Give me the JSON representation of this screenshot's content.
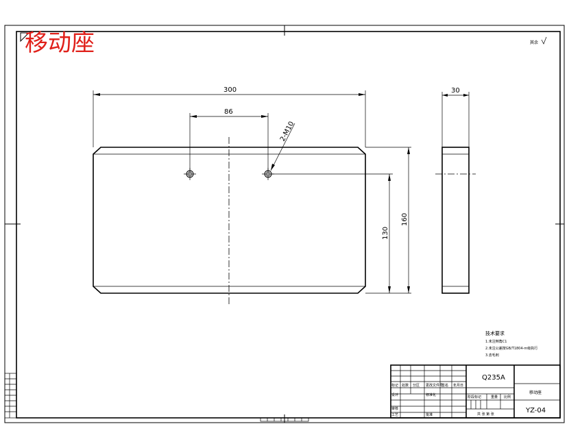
{
  "title": "移动座",
  "corner_note": "其余",
  "dimensions": {
    "width": "300",
    "hole_spacing": "86",
    "thread_callout": "2-M10",
    "hole_height": "130",
    "height": "160",
    "thickness": "30"
  },
  "technical_requirements": {
    "heading": "技术要求",
    "items": [
      "1.未注倒角C1",
      "2.未注公差按GB/T1804-m级执行",
      "3.去毛刺"
    ]
  },
  "title_block": {
    "material": "Q235A",
    "part_name": "移动座",
    "drawing_number": "YZ-04",
    "row_labels": [
      "标记",
      "处数",
      "分区",
      "更改文件号",
      "签名",
      "年月日"
    ],
    "design": "设计",
    "standardization": "标准化",
    "review": "审核",
    "process": "工艺",
    "approve": "批准",
    "stage_mark": "阶段标记",
    "weight": "重量",
    "scale": "比例",
    "sheet": "共 张 第 张"
  },
  "colors": {
    "title": "#e0201a",
    "lines": "#000000"
  }
}
